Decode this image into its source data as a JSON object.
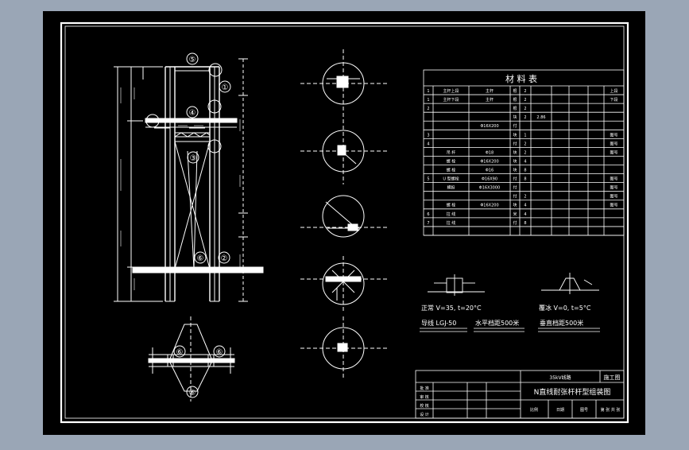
{
  "colors": {
    "background": "#9aa6b6",
    "sheet": "#000000",
    "line": "#ffffff",
    "frame": "#ffffff"
  },
  "balloons": [
    "⑤",
    "①",
    "④",
    "③",
    "⑥",
    "②",
    "⑥",
    "⑥",
    "⑥"
  ],
  "table": {
    "title": "材 料 表",
    "rows": [
      [
        "1",
        "主杆上段",
        "主杆",
        "根",
        "2",
        "",
        "",
        "",
        "",
        "上段"
      ],
      [
        "1",
        "主杆下段",
        "主杆",
        "根",
        "2",
        "",
        "",
        "",
        "",
        "下段"
      ],
      [
        "2",
        "",
        "",
        "根",
        "2",
        "",
        "",
        "",
        "",
        ""
      ],
      [
        "",
        "",
        "",
        "块",
        "2",
        "2.86",
        "",
        "",
        "",
        ""
      ],
      [
        "",
        "",
        "Φ16X200",
        "付",
        "",
        "",
        "",
        "",
        "",
        ""
      ],
      [
        "3",
        "",
        "",
        "块",
        "1",
        "",
        "",
        "",
        "",
        "图号"
      ],
      [
        "4",
        "",
        "",
        "付",
        "2",
        "",
        "",
        "",
        "",
        "图号"
      ],
      [
        "",
        "吊 杆",
        "Φ18",
        "块",
        "2",
        "",
        "",
        "",
        "",
        "图号"
      ],
      [
        "",
        "螺 栓",
        "Φ16X200",
        "块",
        "4",
        "",
        "",
        "",
        "",
        ""
      ],
      [
        "",
        "螺 栓",
        "Φ16",
        "块",
        "8",
        "",
        "",
        "",
        "",
        ""
      ],
      [
        "5",
        "U 型螺栓",
        "Φ16X90",
        "付",
        "8",
        "",
        "",
        "",
        "",
        "图号"
      ],
      [
        "",
        "横担",
        "Φ16X3000",
        "付",
        "",
        "",
        "",
        "",
        "",
        "图号"
      ],
      [
        "",
        "",
        "",
        "付",
        "2",
        "",
        "",
        "",
        "",
        "图号"
      ],
      [
        "",
        "螺 栓",
        "Φ16X200",
        "块",
        "4",
        "",
        "",
        "",
        "",
        "图号"
      ],
      [
        "6",
        "拉 线",
        "",
        "米",
        "4",
        "",
        "",
        "",
        "",
        ""
      ],
      [
        "7",
        "拉 线",
        "",
        "付",
        "8",
        "",
        "",
        "",
        "",
        ""
      ],
      [
        "",
        "",
        "",
        "",
        "",
        "",
        "",
        "",
        "",
        ""
      ]
    ]
  },
  "notes": {
    "line1": "正常 V=35, t=20°C",
    "line2": "导线 LGJ-50",
    "line3": "水平档距500米",
    "line4": "垂直档距500米",
    "line5": "覆冰 V=0, t=5°C"
  },
  "title_block": {
    "project": "35kV线路",
    "stage": "施工图",
    "drawing_title": "N直线耐张杆杆型组装图",
    "rows": [
      "批 准",
      "审 核",
      "校 核",
      "设 计"
    ],
    "fields": [
      "比例",
      "日期",
      "图号",
      "第 张 共 张"
    ]
  }
}
